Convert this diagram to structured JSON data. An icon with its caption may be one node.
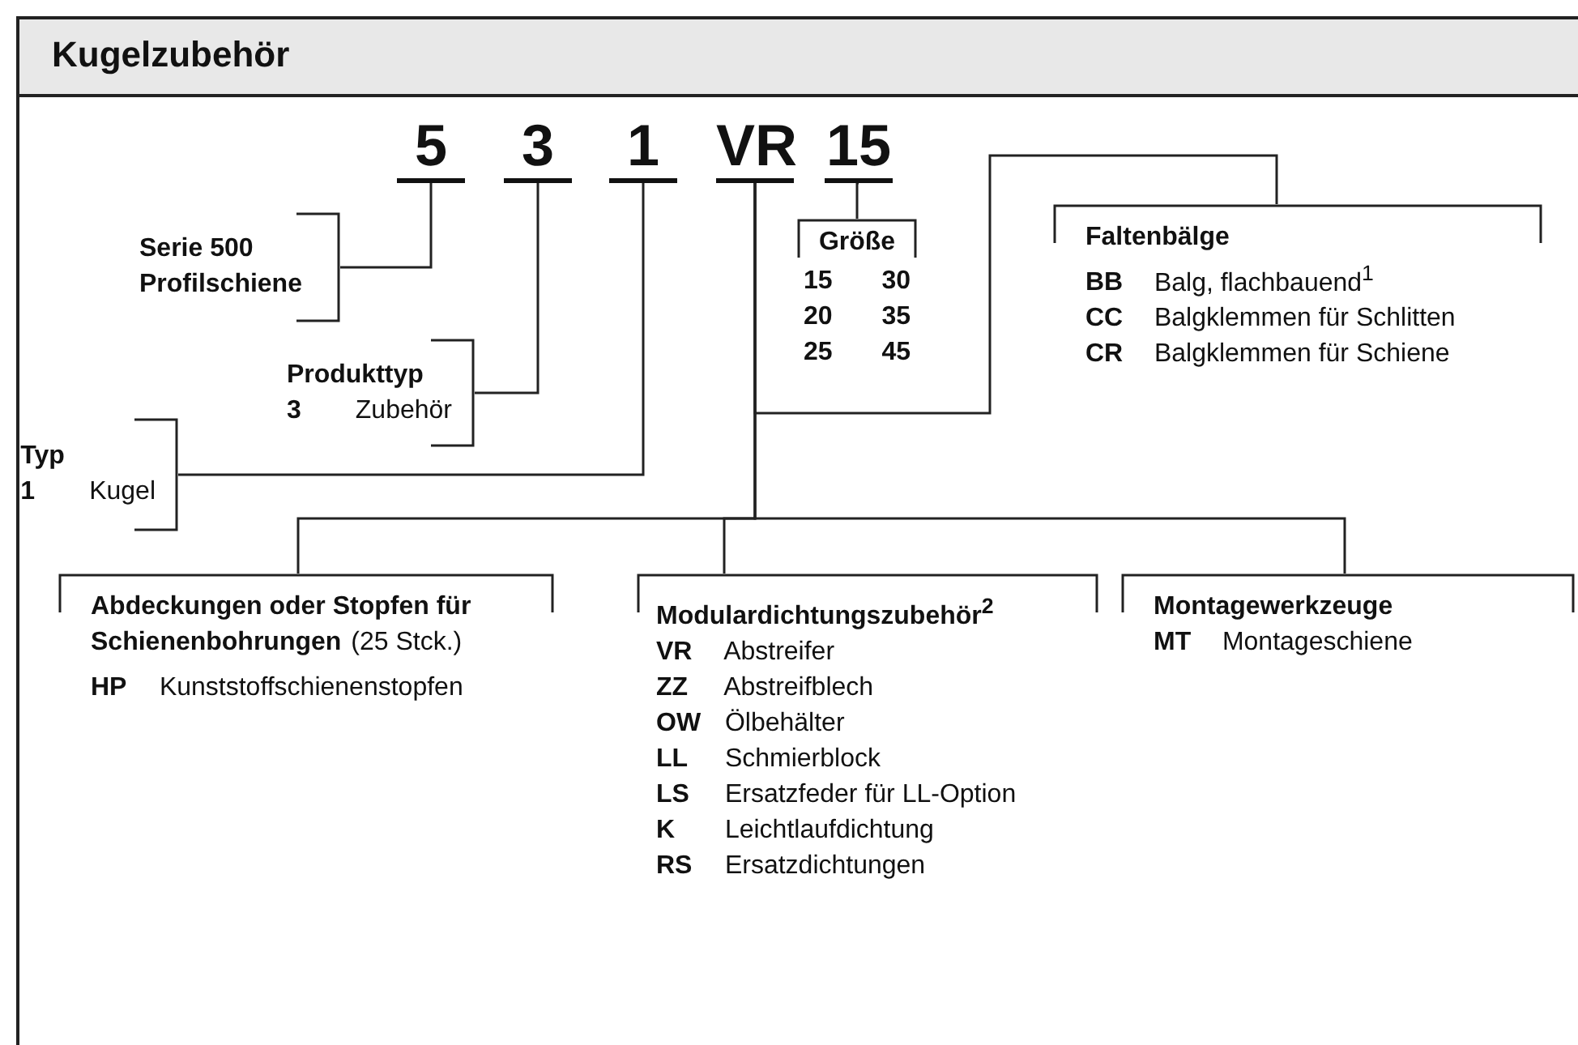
{
  "diagram": {
    "title": "Kugelzubehör",
    "nodes": [
      {
        "text": [
          "5"
        ]
      },
      {
        "text": [
          "3"
        ]
      },
      {
        "text": [
          "1"
        ]
      },
      {
        "text": [
          "VR"
        ]
      },
      {
        "text": [
          "15"
        ]
      },
      {
        "text": [
          "Serie 500 Profilschiene"
        ]
      },
      {
        "text": [
          "Produkttyp",
          "**3** Zubehör"
        ]
      },
      {
        "text": [
          "Typ",
          "**1** Kugel"
        ]
      },
      {
        "text": [
          "Größe",
          "15",
          "30",
          "20",
          "35",
          "25",
          "45"
        ]
      },
      {
        "text": [
          "Faltenbälge",
          "**BB** Balg, flachbauend$^{1}$",
          "**CC** Balgklemmen für Schlitten",
          "**CR** Balgklemmen für Schiene"
        ]
      },
      {
        "text": [
          "Abdeckungen oder Stopfen für Schienenbohrungen",
          "(25 Stck.)",
          "**HP** Kunststoffschienenstopfen"
        ]
      },
      {
        "text": [
          "Modulardichtungszubehör$^{2}$",
          "**VR** Abstreifer",
          "**ZZ** Abstreifblech",
          "**OW** Ölbehälter",
          "**LL** Schmierblock",
          "**LS** Ersatzfeder für LL-Option",
          "**K** Leichtlaufdichtung",
          "**RS** Ersatzdichtungen"
        ]
      },
      {
        "text": [
          "Montagewerkzeuge",
          "**MT** Montageschiene"
        ]
      }
    ],
    "edges": [
      {
        "from": 0,
        "to": 5,
        "arrow": "none"
      },
      {
        "from": 1,
        "to": 6,
        "arrow": "none"
      },
      {
        "from": 2,
        "to": 7,
        "arrow": "none"
      },
      {
        "from": 4,
        "to": 8,
        "arrow": "none"
      },
      {
        "from": 3,
        "to": 9,
        "arrow": "none"
      },
      {
        "from": 3,
        "to": 10,
        "arrow": "none"
      },
      {
        "from": 3,
        "to": 11,
        "arrow": "none"
      },
      {
        "from": 3,
        "to": 12,
        "arrow": "none"
      }
    ]
  }
}
